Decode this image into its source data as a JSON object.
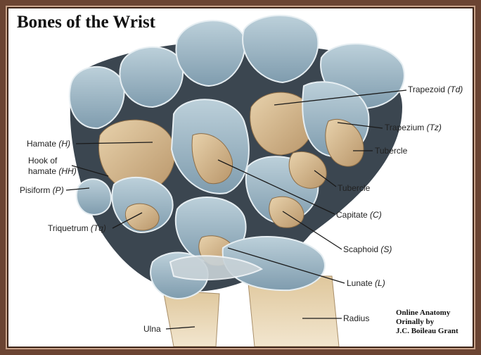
{
  "title": "Bones of the Wrist",
  "labels": {
    "trapezoid": {
      "name": "Trapezoid",
      "abbr": "(Td)"
    },
    "trapezium": {
      "name": "Trapezium",
      "abbr": "(Tz)"
    },
    "tubercle_1": {
      "name": "Tubercle"
    },
    "tubercle_2": {
      "name": "Tubercle"
    },
    "hamate": {
      "name": "Hamate",
      "abbr": "(H)"
    },
    "hook_of_hamate": {
      "line1": "Hook of",
      "line2": "hamate",
      "abbr": "(HH)"
    },
    "pisiform": {
      "name": "Pisiform",
      "abbr": "(P)"
    },
    "triquetrum": {
      "name": "Triquetrum",
      "abbr": "(Tq)"
    },
    "capitate": {
      "name": "Capitate",
      "abbr": "(C)"
    },
    "scaphoid": {
      "name": "Scaphoid",
      "abbr": "(S)"
    },
    "lunate": {
      "name": "Lunate",
      "abbr": "(L)"
    },
    "radius": {
      "name": "Radius"
    },
    "ulna": {
      "name": "Ulna"
    }
  },
  "credit": {
    "line1": "Online Anatomy",
    "line2": "Orinally by",
    "line3": "J.C. Boileau Grant"
  },
  "colors": {
    "frame": "#6b4432",
    "cartilage": "#9fb8c6",
    "bone": "#d6b98f",
    "shadow": "#3b4650"
  }
}
